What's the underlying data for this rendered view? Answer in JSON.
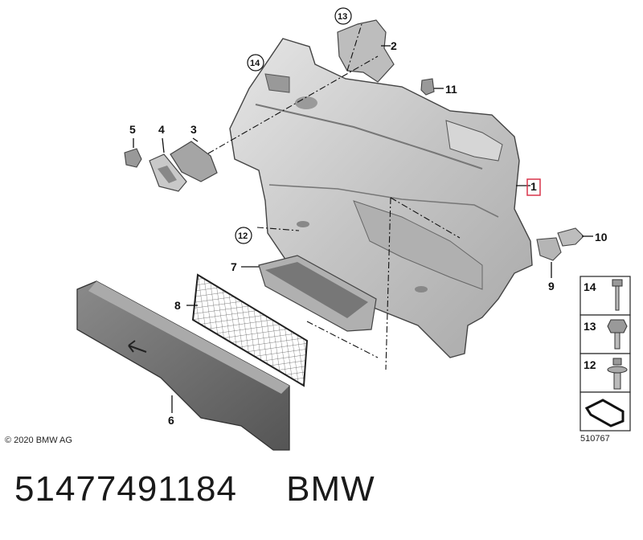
{
  "diagram": {
    "callouts": [
      "1",
      "2",
      "3",
      "4",
      "5",
      "6",
      "7",
      "8",
      "9",
      "10",
      "11"
    ],
    "circled_callouts": [
      "12",
      "13",
      "14"
    ],
    "legend": [
      "14",
      "13",
      "12"
    ],
    "copyright": "© 2020 BMW AG",
    "drawing_id": "510767",
    "highlight_color": "#d9344a"
  },
  "caption": {
    "part_number": "51477491184",
    "brand": "BMW"
  }
}
